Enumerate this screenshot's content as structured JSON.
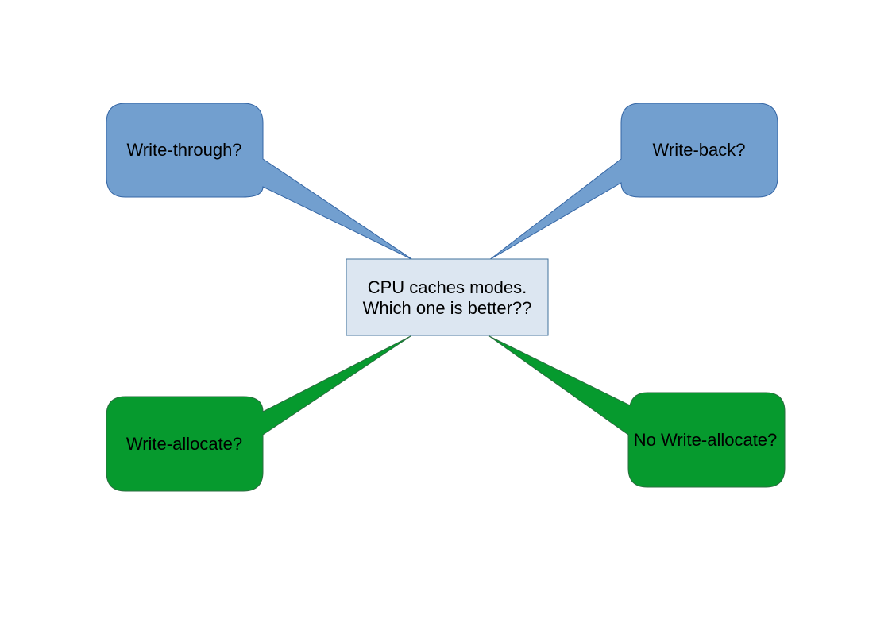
{
  "diagram": {
    "center": {
      "line1": "CPU caches modes.",
      "line2": "Which one is better??",
      "fill": "#dce6f1",
      "stroke": "#41719c"
    },
    "callouts": {
      "write_through": {
        "label": "Write-through?",
        "fill": "#729fcf",
        "stroke": "#3465a4"
      },
      "write_back": {
        "label": "Write-back?",
        "fill": "#729fcf",
        "stroke": "#3465a4"
      },
      "write_allocate": {
        "label": "Write-allocate?",
        "fill": "#069a2e",
        "stroke": "#2a6e3f"
      },
      "no_write_allocate": {
        "label": "No Write-allocate?",
        "fill": "#069a2e",
        "stroke": "#2a6e3f"
      }
    }
  }
}
